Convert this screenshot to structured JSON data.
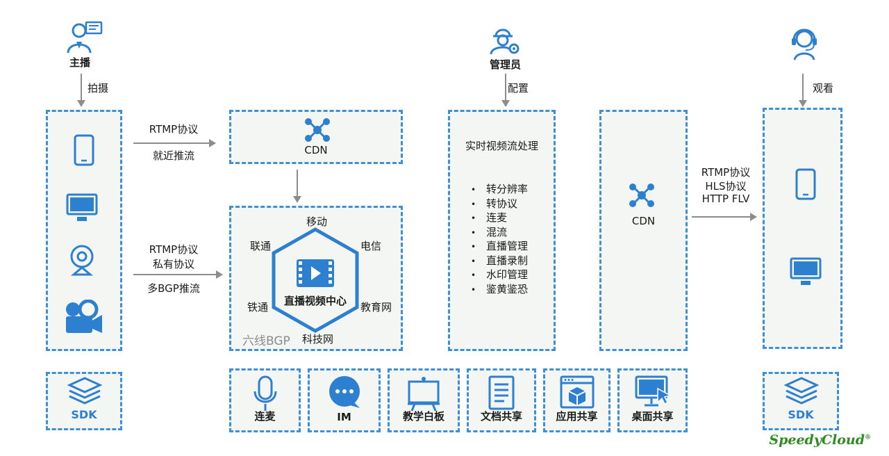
{
  "roles": {
    "anchor": "主播",
    "admin": "管理员",
    "viewer": ""
  },
  "edges": {
    "capture": "拍摄",
    "configure": "配置",
    "watch": "观看",
    "rtmp_nearby_1": "RTMP协议",
    "rtmp_nearby_2": "就近推流",
    "rtmp_private_1": "RTMP协议",
    "rtmp_private_2": "私有协议",
    "rtmp_private_3": "多BGP推流",
    "out_1": "RTMP协议",
    "out_2": "HLS协议",
    "out_3": "HTTP FLV"
  },
  "cdn_top": "CDN",
  "cdn_right": "CDN",
  "center": {
    "title": "直播视频中心",
    "bgp_label": "六线BGP",
    "carriers": {
      "mobile": "移动",
      "unicom": "联通",
      "telecom": "电信",
      "railcom": "铁通",
      "edu": "教育网",
      "tech": "科技网"
    }
  },
  "processing": {
    "title": "实时视频流处理",
    "items": [
      "转分辨率",
      "转协议",
      "连麦",
      "混流",
      "直播管理",
      "直播录制",
      "水印管理",
      "鉴黄鉴恐"
    ]
  },
  "features": [
    "连麦",
    "IM",
    "教学白板",
    "文档共享",
    "应用共享",
    "桌面共享"
  ],
  "sdk_left": "SDK",
  "sdk_right": "SDK",
  "brand": {
    "name": "SpeedyCloud",
    "mark": "®"
  },
  "colors": {
    "accent": "#3d8fd6",
    "icon": "#2d7fd0",
    "brand": "#2e8b1f"
  }
}
